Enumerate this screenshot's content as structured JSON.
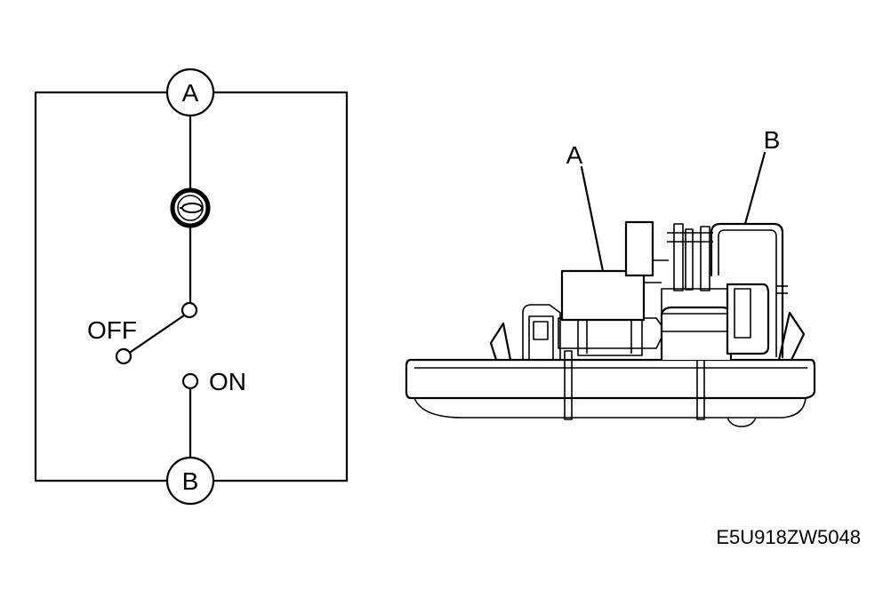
{
  "schematic": {
    "terminal_top": "A",
    "terminal_bottom": "B",
    "switch_off_label": "OFF",
    "switch_on_label": "ON"
  },
  "part_view": {
    "callout_a": "A",
    "callout_b": "B"
  },
  "figure_code": "E5U918ZW5048",
  "colors": {
    "line": "#000000",
    "background": "#ffffff"
  }
}
